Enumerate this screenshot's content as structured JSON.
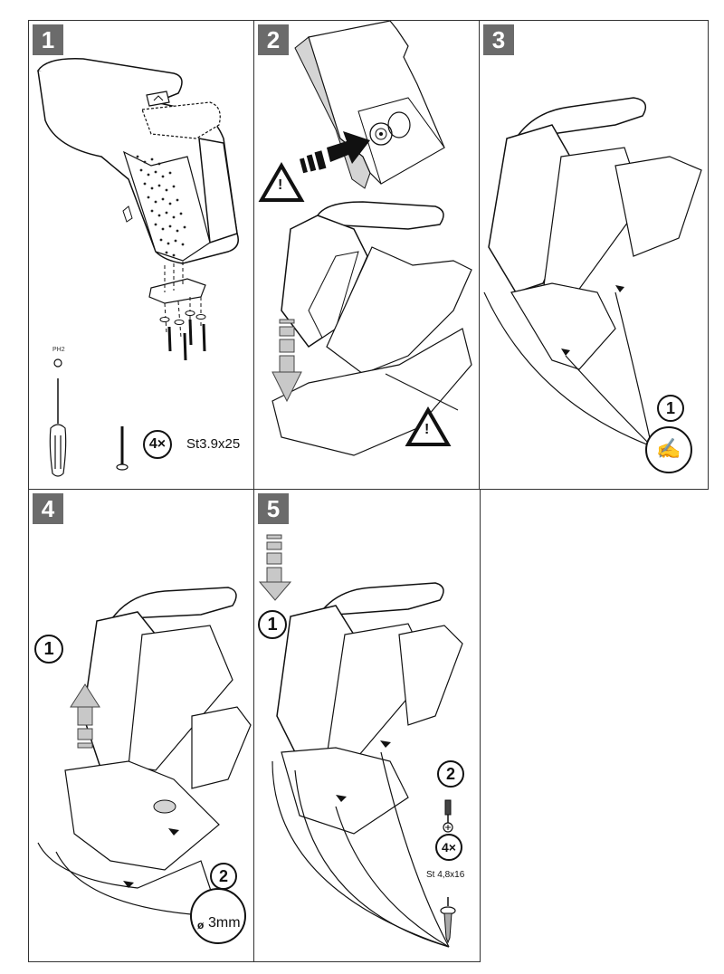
{
  "document": {
    "type": "installation-instructions",
    "steps": [
      {
        "number": "1",
        "tool_label": "PH2",
        "screw_count": "4×",
        "screw_spec": "St3.9x25"
      },
      {
        "number": "2",
        "warnings": [
          "!",
          "!"
        ]
      },
      {
        "number": "3",
        "callout": "1"
      },
      {
        "number": "4",
        "callouts": [
          "1",
          "2"
        ],
        "drill_size": "ø",
        "drill_size_value": "3mm"
      },
      {
        "number": "5",
        "callouts": [
          "1",
          "2"
        ],
        "screw_count": "4×",
        "screw_spec": "St 4,8x16"
      }
    ]
  },
  "colors": {
    "badge": "#6b6b6b",
    "badge_text": "#ffffff",
    "arrow_gray": "#c8c8c8",
    "line": "#111111",
    "shade": "#d4d4d4"
  }
}
